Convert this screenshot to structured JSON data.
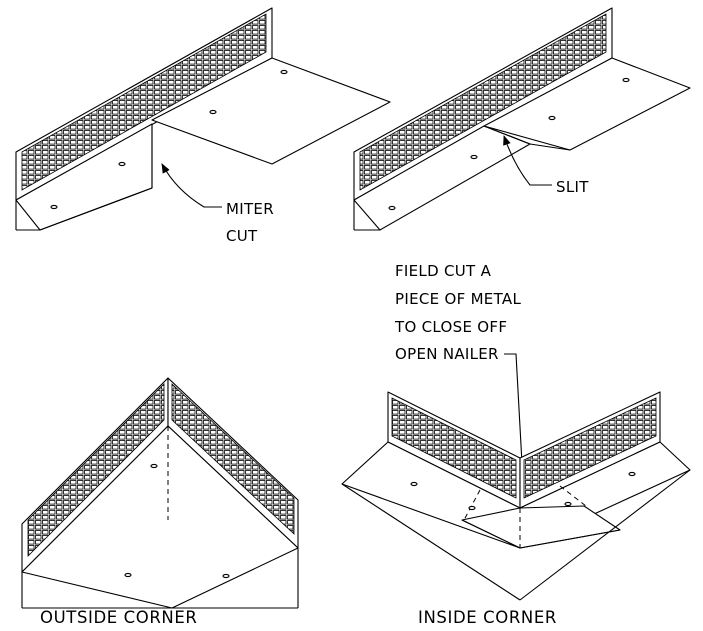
{
  "labels": {
    "miter_cut": [
      "MITER",
      "CUT"
    ],
    "slit": "SLIT",
    "field_note": [
      "FIELD CUT A",
      "PIECE OF METAL",
      "TO CLOSE OFF",
      "OPEN NAILER"
    ]
  },
  "captions": {
    "outside": "OUTSIDE CORNER",
    "inside": "INSIDE CORNER"
  }
}
